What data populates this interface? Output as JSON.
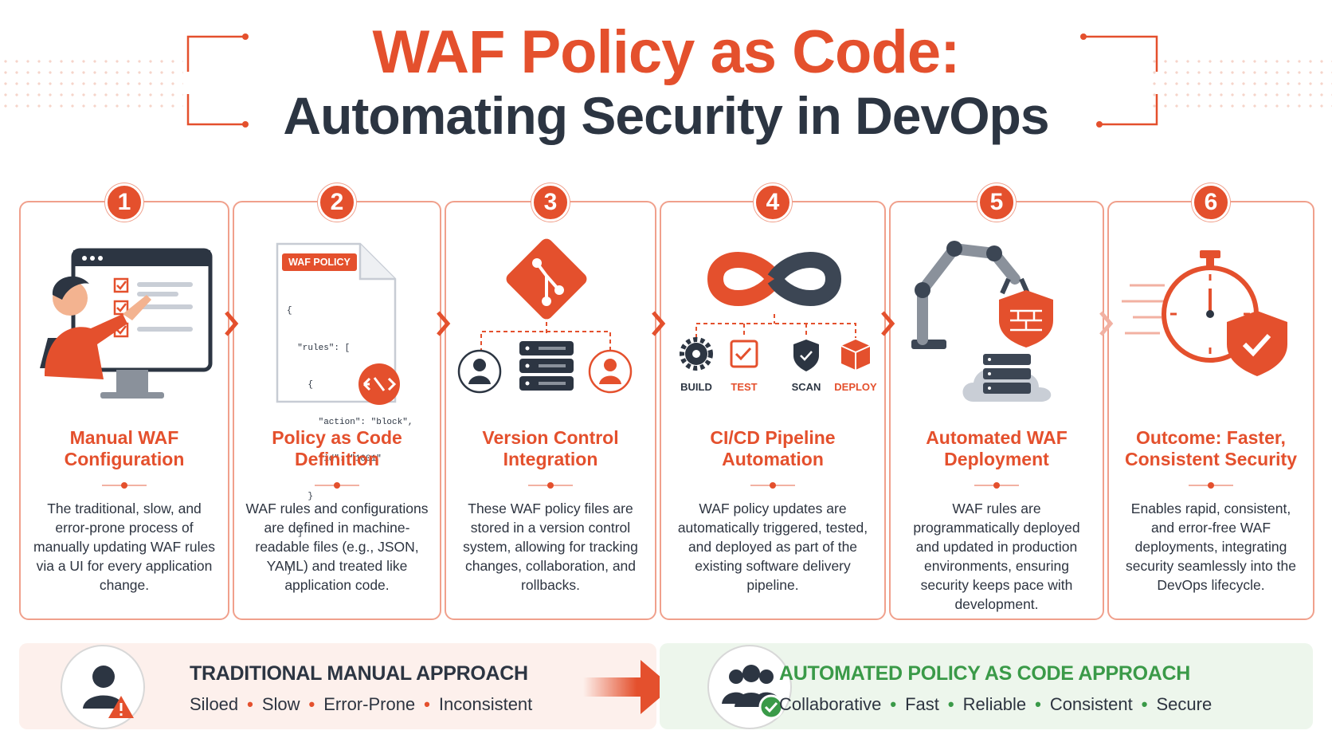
{
  "title": {
    "line1": "WAF Policy as Code:",
    "line2": "Automating Security in DevOps"
  },
  "colors": {
    "accent": "#e4502d",
    "dark": "#2c3542",
    "green": "#3a9a48",
    "card_border": "#f0a08c"
  },
  "steps": [
    {
      "number": "1",
      "title": "Manual WAF Configuration",
      "description": "The traditional, slow, and error-prone process of manually updating WAF rules via a UI for every application change."
    },
    {
      "number": "2",
      "title": "Policy as Code Definition",
      "description": "WAF rules and configurations are defined in machine-readable files (e.g., JSON, YAML) and treated like application code.",
      "doc_label": "WAF POLICY",
      "code_lines": [
        "{",
        "  \"rules\": [",
        "    {",
        "      \"action\": \"block\",",
        "      \"id\": \"1001\"",
        "    }",
        "  ]",
        "}"
      ]
    },
    {
      "number": "3",
      "title": "Version Control Integration",
      "description": "These WAF policy files are stored in a version control system, allowing for tracking changes, collaboration, and rollbacks."
    },
    {
      "number": "4",
      "title": "CI/CD Pipeline Automation",
      "description": "WAF policy updates are automatically triggered, tested, and deployed as part of the existing software delivery pipeline.",
      "stages": [
        "BUILD",
        "TEST",
        "SCAN",
        "DEPLOY"
      ]
    },
    {
      "number": "5",
      "title": "Automated WAF Deployment",
      "description": "WAF rules are programmatically deployed and updated in production environments, ensuring security keeps pace with development."
    },
    {
      "number": "6",
      "title": "Outcome: Faster, Consistent Security",
      "description": "Enables rapid, consistent, and error-free WAF deployments, integrating security seamlessly into the DevOps lifecycle."
    }
  ],
  "comparison": {
    "traditional": {
      "title": "TRADITIONAL MANUAL APPROACH",
      "items": [
        "Siloed",
        "Slow",
        "Error-Prone",
        "Inconsistent"
      ]
    },
    "automated": {
      "title": "AUTOMATED POLICY AS CODE APPROACH",
      "items": [
        "Collaborative",
        "Fast",
        "Reliable",
        "Consistent",
        "Secure"
      ]
    }
  }
}
